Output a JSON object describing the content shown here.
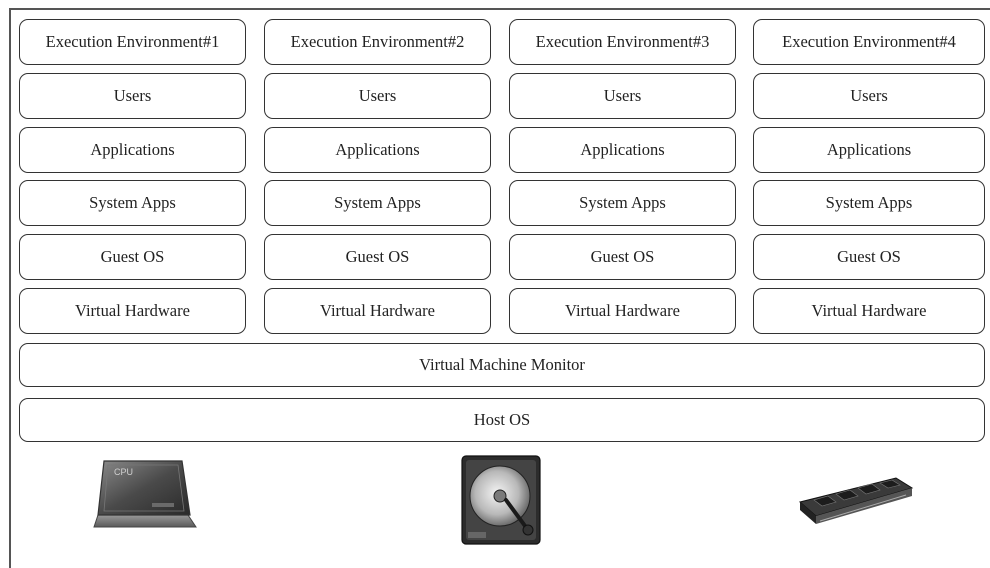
{
  "environments": [
    {
      "title": "Execution Environment#1",
      "layers": [
        "Users",
        "Applications",
        "System Apps",
        "Guest OS",
        "Virtual Hardware"
      ]
    },
    {
      "title": "Execution Environment#2",
      "layers": [
        "Users",
        "Applications",
        "System Apps",
        "Guest OS",
        "Virtual Hardware"
      ]
    },
    {
      "title": "Execution Environment#3",
      "layers": [
        "Users",
        "Applications",
        "System Apps",
        "Guest OS",
        "Virtual Hardware"
      ]
    },
    {
      "title": "Execution Environment#4",
      "layers": [
        "Users",
        "Applications",
        "System Apps",
        "Guest OS",
        "Virtual Hardware"
      ]
    }
  ],
  "vmm": "Virtual Machine Monitor",
  "host_os": "Host OS",
  "hardware": {
    "cpu_label": "CPU",
    "icons": [
      "cpu-chip-icon",
      "hard-disk-icon",
      "memory-module-icon"
    ]
  }
}
